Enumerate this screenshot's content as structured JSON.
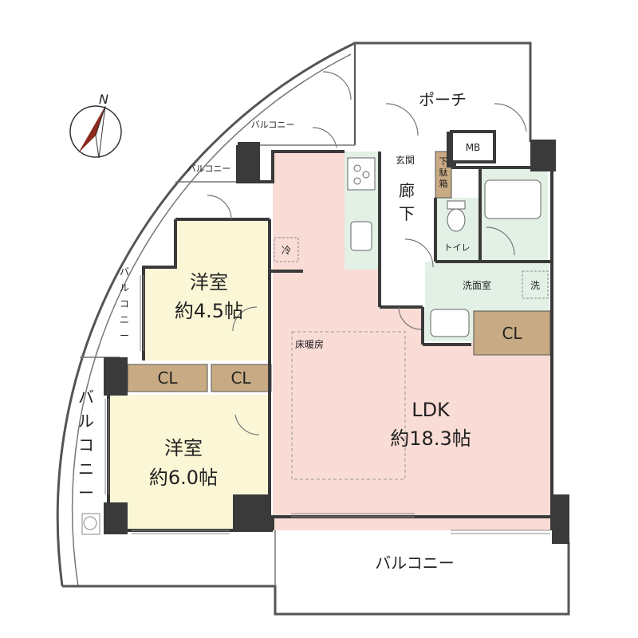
{
  "compass": {
    "label": "N"
  },
  "rooms": {
    "ldk_name": "LDK",
    "ldk_size": "約18.3帖",
    "western1_name": "洋室",
    "western1_size": "約4.5帖",
    "western2_name": "洋室",
    "western2_size": "約6.0帖",
    "floor_heating": "床暖房",
    "corridor_1": "廊",
    "corridor_2": "下",
    "entrance": "玄関",
    "shoe_box_1": "下",
    "shoe_box_2": "駄",
    "shoe_box_3": "箱",
    "toilet": "トイレ",
    "washroom": "洗面室",
    "washer": "洗",
    "fridge": "冷",
    "mb": "MB",
    "porch": "ポーチ",
    "closet_1": "CL",
    "closet_2": "CL",
    "closet_3": "CL"
  },
  "balconies": {
    "top": "バルコニー",
    "upper_left": "バルコニー",
    "side_1": "バ",
    "side_2": "ル",
    "side_3": "コ",
    "side_4": "ニ",
    "side_5": "ー",
    "big_1": "バ",
    "big_2": "ル",
    "big_3": "コ",
    "big_4": "ニ",
    "big_5": "ー",
    "bottom": "バルコニー"
  },
  "colors": {
    "ldk": "#f9dcd5",
    "western": "#fbf7d6",
    "wet_area": "#e3f0e5",
    "closet": "#c8aa84",
    "wall": "#3a3a3a",
    "compass_red": "#8b2a1e"
  }
}
